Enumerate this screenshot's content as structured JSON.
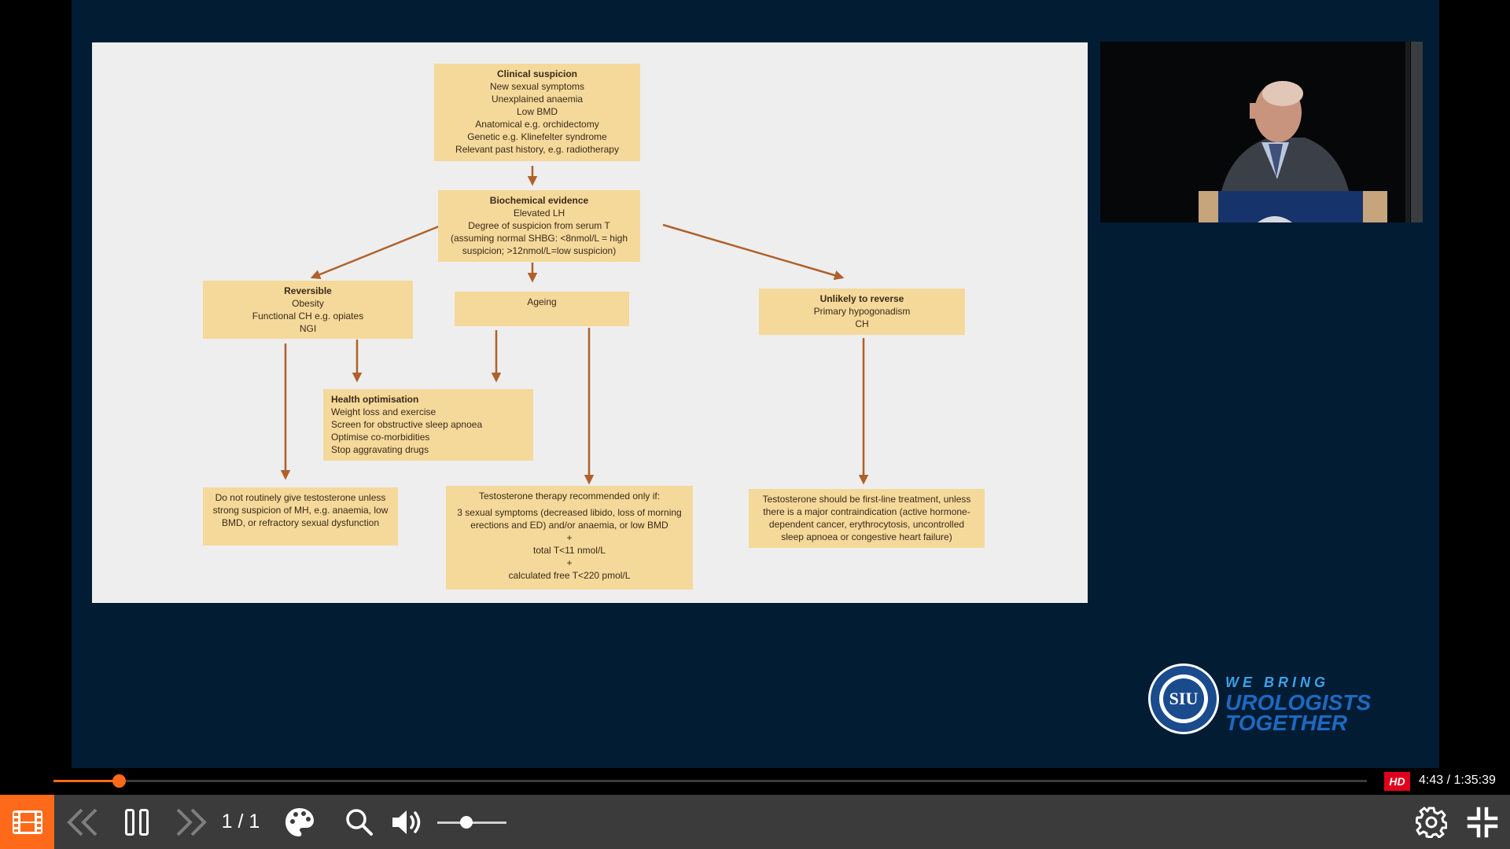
{
  "flowchart": {
    "clinical": {
      "title": "Clinical suspicion",
      "lines": [
        "New sexual symptoms",
        "Unexplained anaemia",
        "Low BMD",
        "Anatomical e.g. orchidectomy",
        "Genetic e.g. Klinefelter syndrome",
        "Relevant past history, e.g. radiotherapy"
      ]
    },
    "biochemical": {
      "title": "Biochemical evidence",
      "lines": [
        "Elevated LH",
        "Degree of suspicion from serum T",
        "(assuming normal SHBG: <8nmol/L = high",
        "suspicion; >12nmol/L=low suspicion)"
      ]
    },
    "reversible": {
      "title": "Reversible",
      "lines": [
        "Obesity",
        "Functional CH e.g. opiates",
        "NGI"
      ]
    },
    "ageing": {
      "title": "Ageing"
    },
    "unlikely": {
      "title": "Unlikely to reverse",
      "lines": [
        "Primary hypogonadism",
        "CH"
      ]
    },
    "health": {
      "title": "Health optimisation",
      "lines": [
        "Weight loss and exercise",
        "Screen for obstructive sleep apnoea",
        "Optimise co-morbidities",
        "Stop aggravating drugs"
      ]
    },
    "no_routine": {
      "lines": [
        "Do not routinely give testosterone unless",
        "strong suspicion of MH, e.g. anaemia, low",
        "BMD, or refractory sexual dysfunction"
      ]
    },
    "therapy": {
      "title": "Testosterone therapy recommended only if:",
      "lines": [
        "3 sexual symptoms (decreased libido, loss of morning",
        "erections and ED) and/or anaemia, or low BMD",
        "+",
        "total T<11 nmol/L",
        "+",
        "calculated free T<220 pmol/L"
      ]
    },
    "first_line": {
      "lines": [
        "Testosterone should be first-line treatment, unless",
        "there is a major contraindication (active hormone-",
        "dependent cancer, erythrocytosis, uncontrolled",
        "sleep apnoea or congestive heart failure)"
      ]
    },
    "arrow_color": "#b0602a"
  },
  "logo": {
    "badge_text": "SIU",
    "line1": "WE BRING",
    "line2": "UROLOGISTS",
    "line3": "TOGETHER"
  },
  "player": {
    "progress_fraction": 0.0499,
    "hd_label": "HD",
    "time": "4:43 / 1:35:39",
    "page_counter": "1 / 1",
    "volume_fraction": 0.42,
    "accent_color": "#ff6a1a",
    "icons": {
      "menu": "film-strip-icon",
      "prev": "double-chevron-left-icon",
      "pause": "pause-icon",
      "next": "double-chevron-right-icon",
      "palette": "palette-icon",
      "search": "search-icon",
      "volume": "volume-icon",
      "settings": "gear-icon",
      "exit_fullscreen": "exit-fullscreen-icon"
    }
  }
}
